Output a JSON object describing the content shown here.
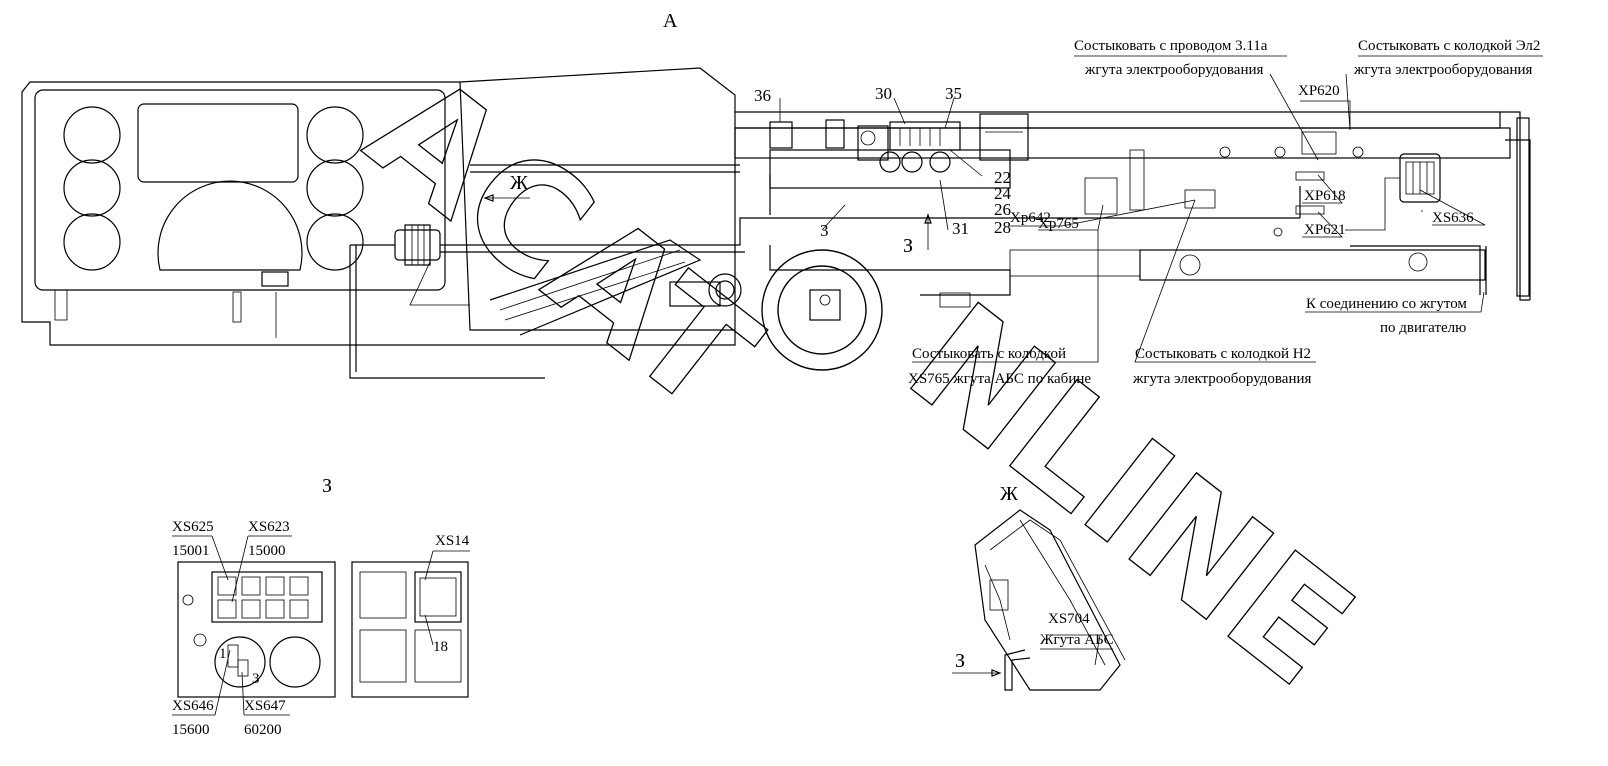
{
  "views": {
    "a": "А",
    "zh": "Ж",
    "z": "З"
  },
  "positions": [
    "36",
    "30",
    "35",
    "3",
    "31",
    "22",
    "24",
    "26",
    "28",
    "18"
  ],
  "connectors": {
    "xp620": "XP620",
    "xp618": "XP618",
    "xp621": "XP621",
    "xs636": "XS636",
    "xp765": "Xp765",
    "xp642": "Xp642",
    "xs625": "XS625",
    "xs623": "XS623",
    "xs646": "XS646",
    "xs647": "XS647",
    "xs14": "XS14",
    "xs704": "XS704"
  },
  "circuits": {
    "c15001": "15001",
    "c15000": "15000",
    "c15600": "15600",
    "c60200": "60200"
  },
  "notes": {
    "wire_311a_l1": "Состыковать с проводом 3.11а",
    "wire_311a_l2": "жгута электрооборудования",
    "el2_l1": "Состыковать с колодкой Эл2",
    "el2_l2": "жгута электрооборудования",
    "engine_l1": "К соединению со жгутом",
    "engine_l2": "по двигателю",
    "xs765_l1": "Состыковать с колодкой",
    "xs765_l2": "XS765 жгута АБС по кабине",
    "h2_l1": "Состыковать с колодкой Н2",
    "h2_l2": "жгута электрооборудования",
    "abs_harness": "Жгута АБС",
    "marker_1": "1",
    "marker_3": "3"
  },
  "watermark": "ACAT ONLINE"
}
